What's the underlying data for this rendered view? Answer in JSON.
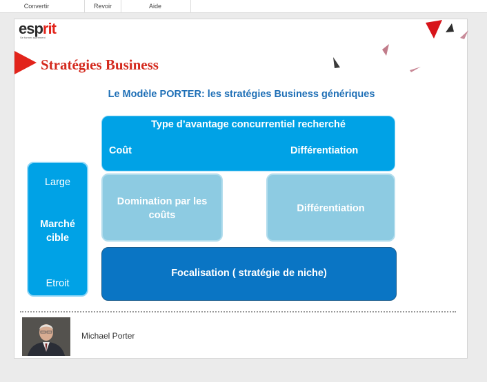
{
  "menu": {
    "items": [
      "Convertir",
      "Revoir",
      "Aide"
    ]
  },
  "logo": {
    "main_prefix": "esp",
    "main_r": "r",
    "main_suffix": "it",
    "tagline": "Se former autrement"
  },
  "slide": {
    "title": "Stratégies Business",
    "subtitle": "Le Modèle  PORTER: les stratégies Business génériques",
    "top_box": {
      "heading": "Type d’avantage  concurrentiel recherché",
      "left_label": "Coût",
      "right_label": "Différentiation"
    },
    "left_box": {
      "top": "Large",
      "middle_line1": "Marché",
      "middle_line2": "cible",
      "bottom": "Etroit"
    },
    "cell_domination_line1": "Domination par les",
    "cell_domination_line2": "coûts",
    "cell_differentiation": "Différentiation",
    "cell_focalisation": "Focalisation ( stratégie de niche)",
    "author_caption": "Michael Porter"
  },
  "colors": {
    "accent_red": "#e2241b",
    "title_red": "#d42a1e",
    "subtitle_blue": "#1e6fb6",
    "box_blue": "#00a2e6",
    "box_light": "#8dcbe2",
    "box_dark": "#0a75c4"
  },
  "icons": [
    "logo-icon",
    "red-triangle-decoration",
    "title-arrow-icon",
    "author-photo"
  ]
}
